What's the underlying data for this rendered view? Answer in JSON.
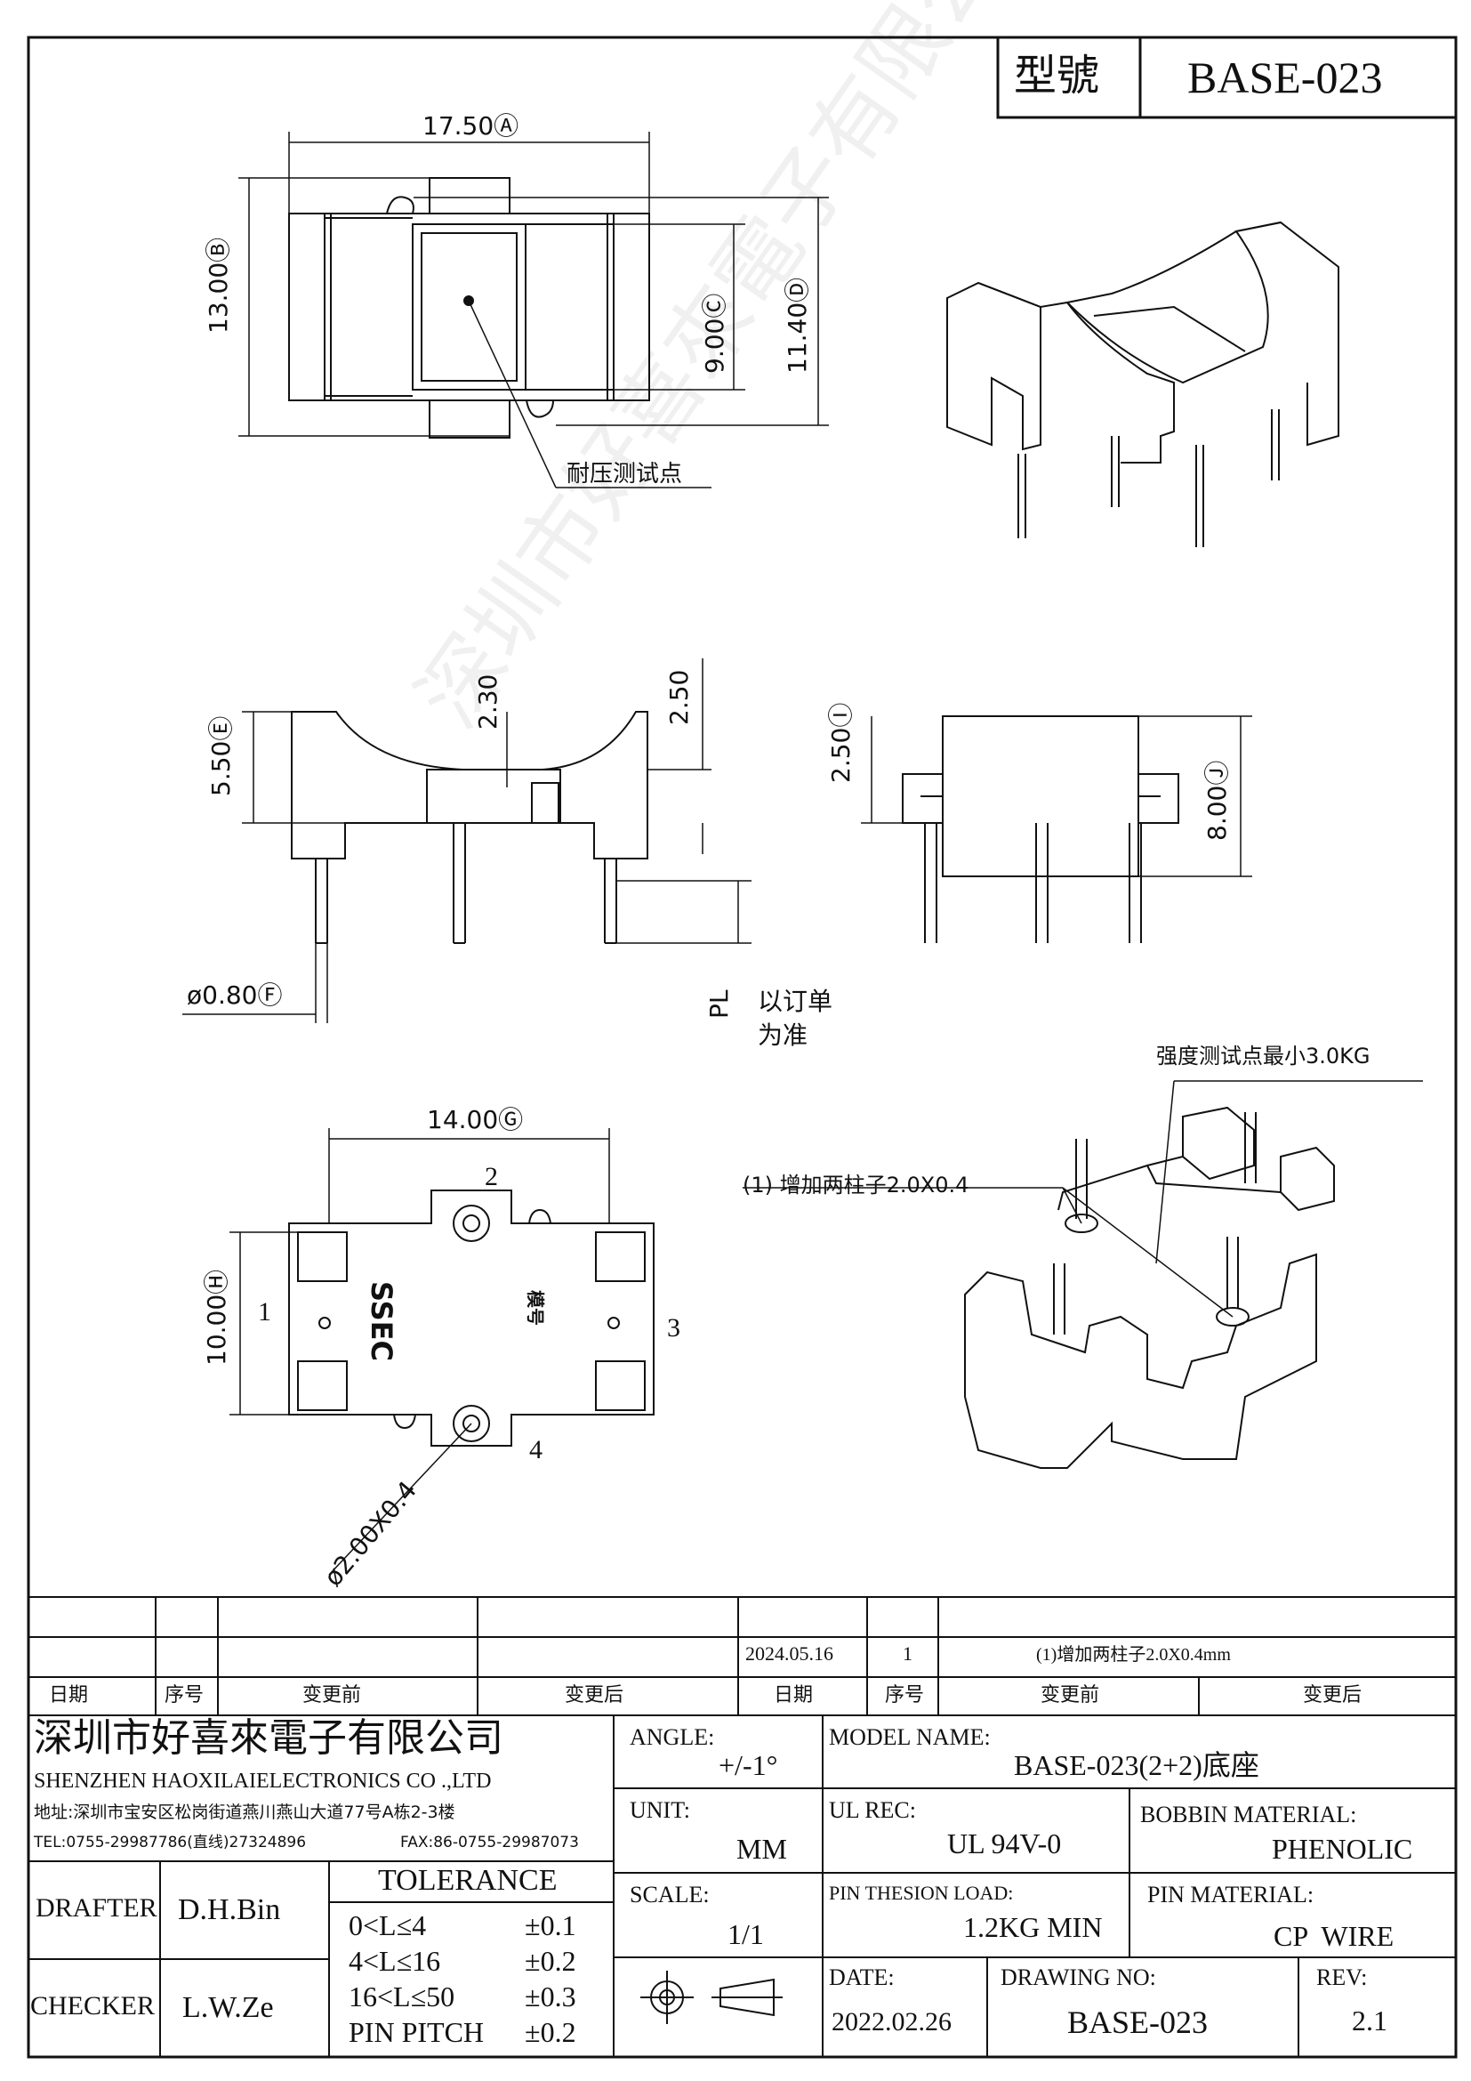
{
  "title_block_top": {
    "model_label": "型號",
    "model_value": "BASE-023"
  },
  "watermark": "深圳市好喜來電子有限公司",
  "views": {
    "top": {
      "dim_a": "17.50Ⓐ",
      "dim_b": "13.00Ⓑ",
      "dim_c": "9.00Ⓒ",
      "dim_d": "11.40Ⓓ",
      "note": "耐压测试点"
    },
    "front": {
      "dim_e": "5.50Ⓔ",
      "dim_230": "2.30",
      "dim_250": "2.50",
      "dim_f": "ø0.80Ⓕ",
      "pl": "PL",
      "pl_note_1": "以订单",
      "pl_note_2": "为准"
    },
    "side": {
      "dim_i": "2.50Ⓘ",
      "dim_j": "8.00Ⓙ"
    },
    "bottom": {
      "dim_g": "14.00Ⓖ",
      "dim_h": "10.00Ⓗ",
      "pin_1": "1",
      "pin_2": "2",
      "pin_3": "3",
      "pin_4": "4",
      "mark_ssec": "SSEC",
      "mark_model": "模号",
      "dim_hole": "ø2.00X0.4"
    },
    "iso_bottom": {
      "note_strength": "强度测试点最小3.0KG",
      "note_add": "(1) 增加两柱子2.0X0.4"
    }
  },
  "revision_table": {
    "headers": [
      "日期",
      "序号",
      "变更前",
      "变更后",
      "日期",
      "序号",
      "变更前",
      "变更后"
    ],
    "entry": {
      "date": "2024.05.16",
      "no": "1",
      "change": "(1)增加两柱子2.0X0.4mm"
    }
  },
  "company": {
    "name_cn": "深圳市好喜來電子有限公司",
    "name_en": "SHENZHEN HAOXILAIELECTRONICS CO .,LTD",
    "address": "地址:深圳市宝安区松岗街道燕川燕山大道77号A栋2-3楼",
    "tel": "TEL:0755-29987786(直线)27324896",
    "fax": "FAX:86-0755-29987073"
  },
  "title_block": {
    "angle_label": "ANGLE:",
    "angle_value": "+/-1°",
    "model_name_label": "MODEL NAME:",
    "model_name_value": "BASE-023(2+2)底座",
    "unit_label": "UNIT:",
    "unit_value": "MM",
    "ul_rec_label": "UL REC:",
    "ul_rec_value": "UL 94V-0",
    "bobbin_label": "BOBBIN MATERIAL:",
    "bobbin_value": "PHENOLIC",
    "scale_label": "SCALE:",
    "scale_value": "1/1",
    "pin_load_label": "PIN THESION LOAD:",
    "pin_load_value": "1.2KG MIN",
    "pin_mat_label": "PIN MATERIAL:",
    "pin_mat_value": "CP  WIRE",
    "date_label": "DATE:",
    "date_value": "2022.02.26",
    "drawing_no_label": "DRAWING NO:",
    "drawing_no_value": "BASE-023",
    "rev_label": "REV:",
    "rev_value": "2.1",
    "drafter_label": "DRAFTER",
    "drafter_value": "D.H.Bin",
    "checker_label": "CHECKER",
    "checker_value": "L.W.Ze",
    "tolerance_title": "TOLERANCE",
    "tolerance_rows": [
      {
        "range": "0<L≤4",
        "tol": "±0.1"
      },
      {
        "range": "4<L≤16",
        "tol": "±0.2"
      },
      {
        "range": "16<L≤50",
        "tol": "±0.3"
      },
      {
        "range": "PIN PITCH",
        "tol": "±0.2"
      }
    ]
  }
}
